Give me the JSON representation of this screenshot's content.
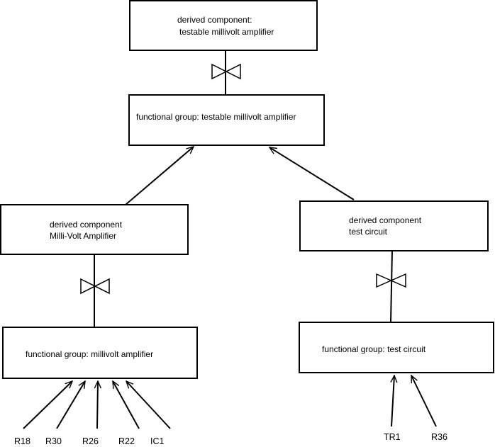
{
  "boxes": {
    "derived_top": {
      "line1": "derived component:",
      "line2": "testable millivolt amplifier"
    },
    "fg_top": {
      "line1": "functional group: testable millivolt amplifier"
    },
    "derived_left": {
      "line1": "derived component",
      "line2": "Milli-Volt Amplifier"
    },
    "derived_right": {
      "line1": "derived component",
      "line2": "test circuit"
    },
    "fg_left": {
      "line1": "functional group: millivolt amplifier"
    },
    "fg_right": {
      "line1": "functional group: test circuit"
    }
  },
  "inputs_left": [
    "R18",
    "R30",
    "R26",
    "R22",
    "IC1"
  ],
  "inputs_right": [
    "TR1",
    "R36"
  ]
}
